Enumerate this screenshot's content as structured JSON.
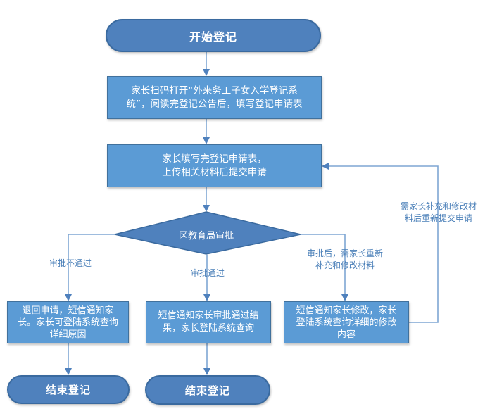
{
  "flowchart": {
    "start": "开始登记",
    "step1": "家长扫码打开“外来务工子女入学登记系统”，阅读完登记公告后，填写登记申请表",
    "step1_lines": [
      "家长扫码打开“外来务工子女入学登记系",
      "统”，阅读完登记公告后，填写登记申请表"
    ],
    "step2_lines": [
      "家长填写完登记申请表，",
      "上传相关材料后提交申请"
    ],
    "decision": "区教育局审批",
    "branches": {
      "left": {
        "label": "审批不通过",
        "box_lines": [
          "退回申请，短信通知家",
          "长。家长可登陆系统查询",
          "详细原因"
        ],
        "end": "结束登记"
      },
      "middle": {
        "label": "审批通过",
        "box_lines": [
          "短信通知家长审批通过结",
          "果，家长登陆系统查询"
        ],
        "end": "结束登记"
      },
      "right": {
        "label_lines": [
          "审批后，需家长重新",
          "补充和修改材料"
        ],
        "box_lines": [
          "短信通知家长修改，家长",
          "登陆系统查询详细的修改",
          "内容"
        ]
      }
    },
    "feedback_label_lines": [
      "需家长补充和修改材",
      "料后重新提交申请"
    ]
  },
  "colors": {
    "terminal_fill": "#4f81bd",
    "process_fill": "#5b9bd5",
    "connector": "#6f9fd0",
    "label_text": "#4a7fb8"
  }
}
